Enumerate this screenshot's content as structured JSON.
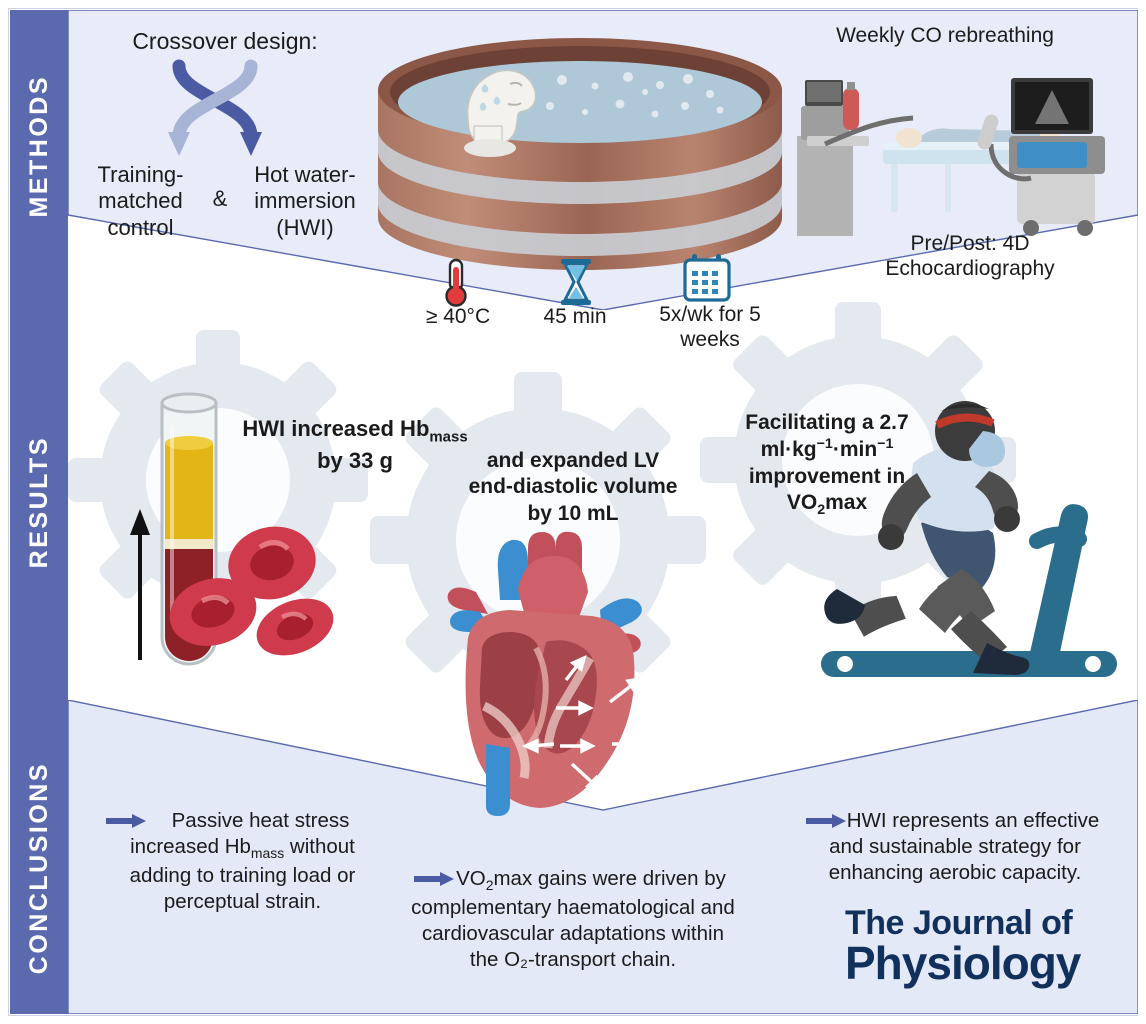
{
  "sidebar": {
    "bands": [
      {
        "id": "methods",
        "label": "METHODS"
      },
      {
        "id": "results",
        "label": "RESULTS"
      },
      {
        "id": "conclusions",
        "label": "CONCLUSIONS"
      }
    ],
    "band_color": "#5b6aae",
    "band_text_color": "#ffffff"
  },
  "methods": {
    "crossover_title": "Crossover design:",
    "arm_control": "Training-matched control",
    "amp": "&",
    "arm_hwi": "Hot water-immersion (HWI)",
    "co_rebreathing_title": "Weekly CO rebreathing",
    "echo_label": "Pre/Post: 4D Echocardiography",
    "parameters": [
      {
        "icon": "thermometer-icon",
        "label": "≥ 40°C"
      },
      {
        "icon": "hourglass-icon",
        "label": "45 min"
      },
      {
        "icon": "calendar-icon",
        "label": "5x/wk for 5 weeks"
      }
    ],
    "panel_bg": "#e7ecf8",
    "panel_border": "#5b6aae"
  },
  "results": {
    "hb_text_pre": "HWI increased Hb",
    "hb_text_sub": "mass",
    "hb_text_post": " by 33 g",
    "lv_text": "and expanded LV end-diastolic volume by 10 mL",
    "vo2_line1": "Facilitating a 2.7",
    "vo2_line2_a": "ml·kg",
    "vo2_line2_sup1": "−1",
    "vo2_line2_b": "·min",
    "vo2_line2_sup2": "−1",
    "vo2_line3": "improvement in",
    "vo2_line4_a": "VO",
    "vo2_line4_sub": "2",
    "vo2_line4_b": "max",
    "panel_bg": "#ffffff",
    "gear_color": "#e3e8ef"
  },
  "conclusions": {
    "items": [
      {
        "id": "concl-1",
        "pre": "Passive heat stress increased Hb",
        "sub": "mass",
        "post": " without adding to training load or perceptual strain."
      },
      {
        "id": "concl-2",
        "pre": "VO",
        "sub": "2",
        "post": "max gains were driven by complementary haematological and cardiovascular adaptations within the O₂-transport chain."
      },
      {
        "id": "concl-3",
        "pre": "HWI represents an effective and sustainable strategy for enhancing aerobic capacity.",
        "sub": "",
        "post": ""
      }
    ],
    "bullet_color": "#4b5ba3",
    "panel_bg": "#e3e9f7"
  },
  "journal": {
    "line1": "The Journal of",
    "line2": "Physiology",
    "color": "#12305c"
  },
  "colors": {
    "accent_blue": "#5b6aae",
    "tub_brown": "#9d6a57",
    "water_blue": "#aec8d8",
    "blood_red": "#8e2127",
    "plasma_yellow": "#e3b616",
    "rbc_red": "#cf3b4c",
    "heart_red": "#c2505a",
    "vein_blue": "#2f7ec4",
    "treadmill_teal": "#2b6d8c",
    "navy": "#12305c"
  }
}
